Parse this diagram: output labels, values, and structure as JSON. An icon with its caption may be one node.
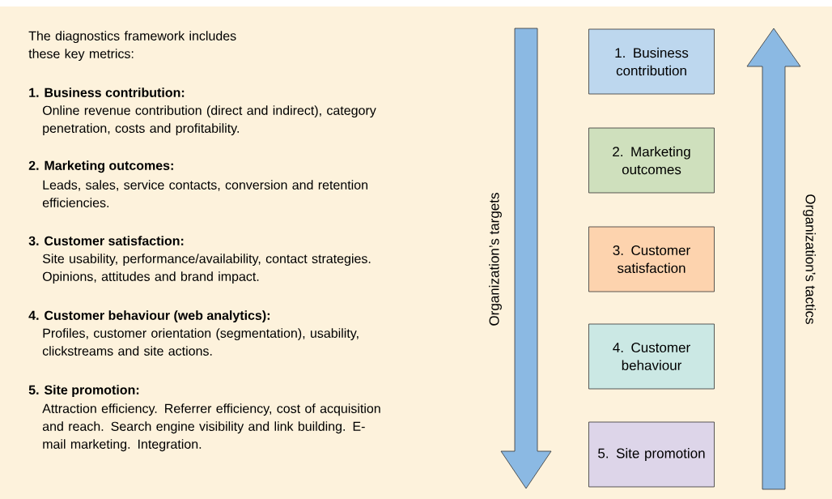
{
  "diagram": {
    "nodes": [
      {
        "text": [
          "1. Business contribution"
        ]
      },
      {
        "text": [
          "2. Marketing outcomes"
        ]
      },
      {
        "text": [
          "3. Customer satisfaction"
        ]
      },
      {
        "text": [
          "4. Customer behaviour"
        ]
      },
      {
        "text": [
          "5. Site promotion"
        ]
      }
    ],
    "labels": [
      "The diagnostics framework includes these key metrics:",
      "1. Business contribution:",
      "Online revenue contribution (direct and indirect), category penetration, costs and profitability.",
      "2. Marketing outcomes:",
      "Leads, sales, service contacts, conversion and retention efficiencies.",
      "3. Customer satisfaction:",
      "Site usability, performance/availability, contact strategies. Opinions, attitudes and brand impact.",
      "4. Customer behaviour (web analytics):",
      "Profiles, customer orientation (segmentation), usability, clickstreams and site actions.",
      "5. Site promotion:",
      "Attraction efficiency. Referrer efficiency, cost of acquisition and reach. Search engine visibility and link building. E-mail marketing. Integration.",
      "Organization’s targets",
      "Organization’s tactics"
    ]
  }
}
